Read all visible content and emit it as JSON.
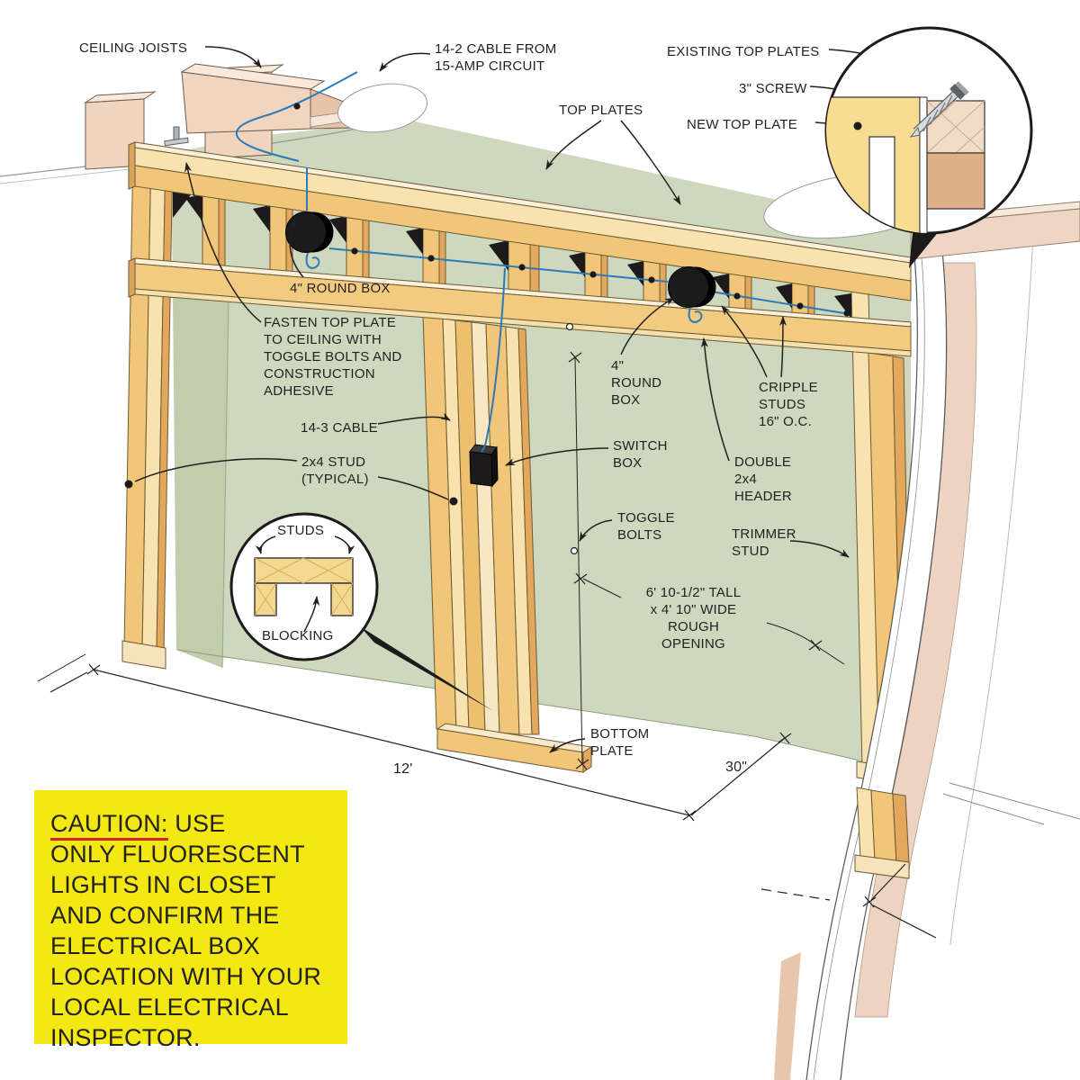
{
  "diagram": {
    "subject": "closet-wall-framing-and-wiring",
    "labels": {
      "ceiling_joists": "CEILING JOISTS",
      "cable_14_2": "14-2 CABLE FROM\n15-AMP CIRCUIT",
      "existing_top_plates": "EXISTING TOP PLATES",
      "screw_3in": "3\" SCREW",
      "new_top_plate": "NEW  TOP PLATE",
      "top_plates": "TOP PLATES",
      "round_box_1": "4\" ROUND BOX",
      "fasten_note": "FASTEN TOP PLATE\nTO CEILING WITH\nTOGGLE BOLTS AND\nCONSTRUCTION\nADHESIVE",
      "cable_14_3": "14-3 CABLE",
      "stud_2x4": "2x4 STUD\n(TYPICAL)",
      "inset_studs": "STUDS",
      "inset_blocking": "BLOCKING",
      "round_box_2": "4\"\nROUND\nBOX",
      "cripple_studs": "CRIPPLE\nSTUDS\n16\" O.C.",
      "switch_box": "SWITCH\nBOX",
      "double_header": "DOUBLE\n2x4\nHEADER",
      "toggle_bolts": "TOGGLE\nBOLTS",
      "trimmer_stud": "TRIMMER\nSTUD",
      "rough_opening": "6' 10-1/2\" TALL\nx 4' 10\" WIDE\nROUGH\nOPENING",
      "bottom_plate": "BOTTOM\nPLATE"
    },
    "dimensions": {
      "wall_length": "12'",
      "return_depth": "30\""
    },
    "caution": {
      "heading": "CAUTION:",
      "body": " USE\nONLY FLUORESCENT\nLIGHTS IN CLOSET\nAND CONFIRM THE\nELECTRICAL BOX\nLOCATION WITH YOUR\nLOCAL ELECTRICAL\nINSPECTOR."
    },
    "colors": {
      "wood_light": "#F8E3B0",
      "wood_amber": "#F1C678",
      "wood_dark": "#E3A85C",
      "wall_green": "#CDD8BE",
      "joist_pink": "#F2D8C4",
      "cable_blue": "#2B7BB9",
      "caution_yellow": "#F4E813",
      "caution_underline": "#D2232A",
      "line_black": "#231F20"
    }
  }
}
